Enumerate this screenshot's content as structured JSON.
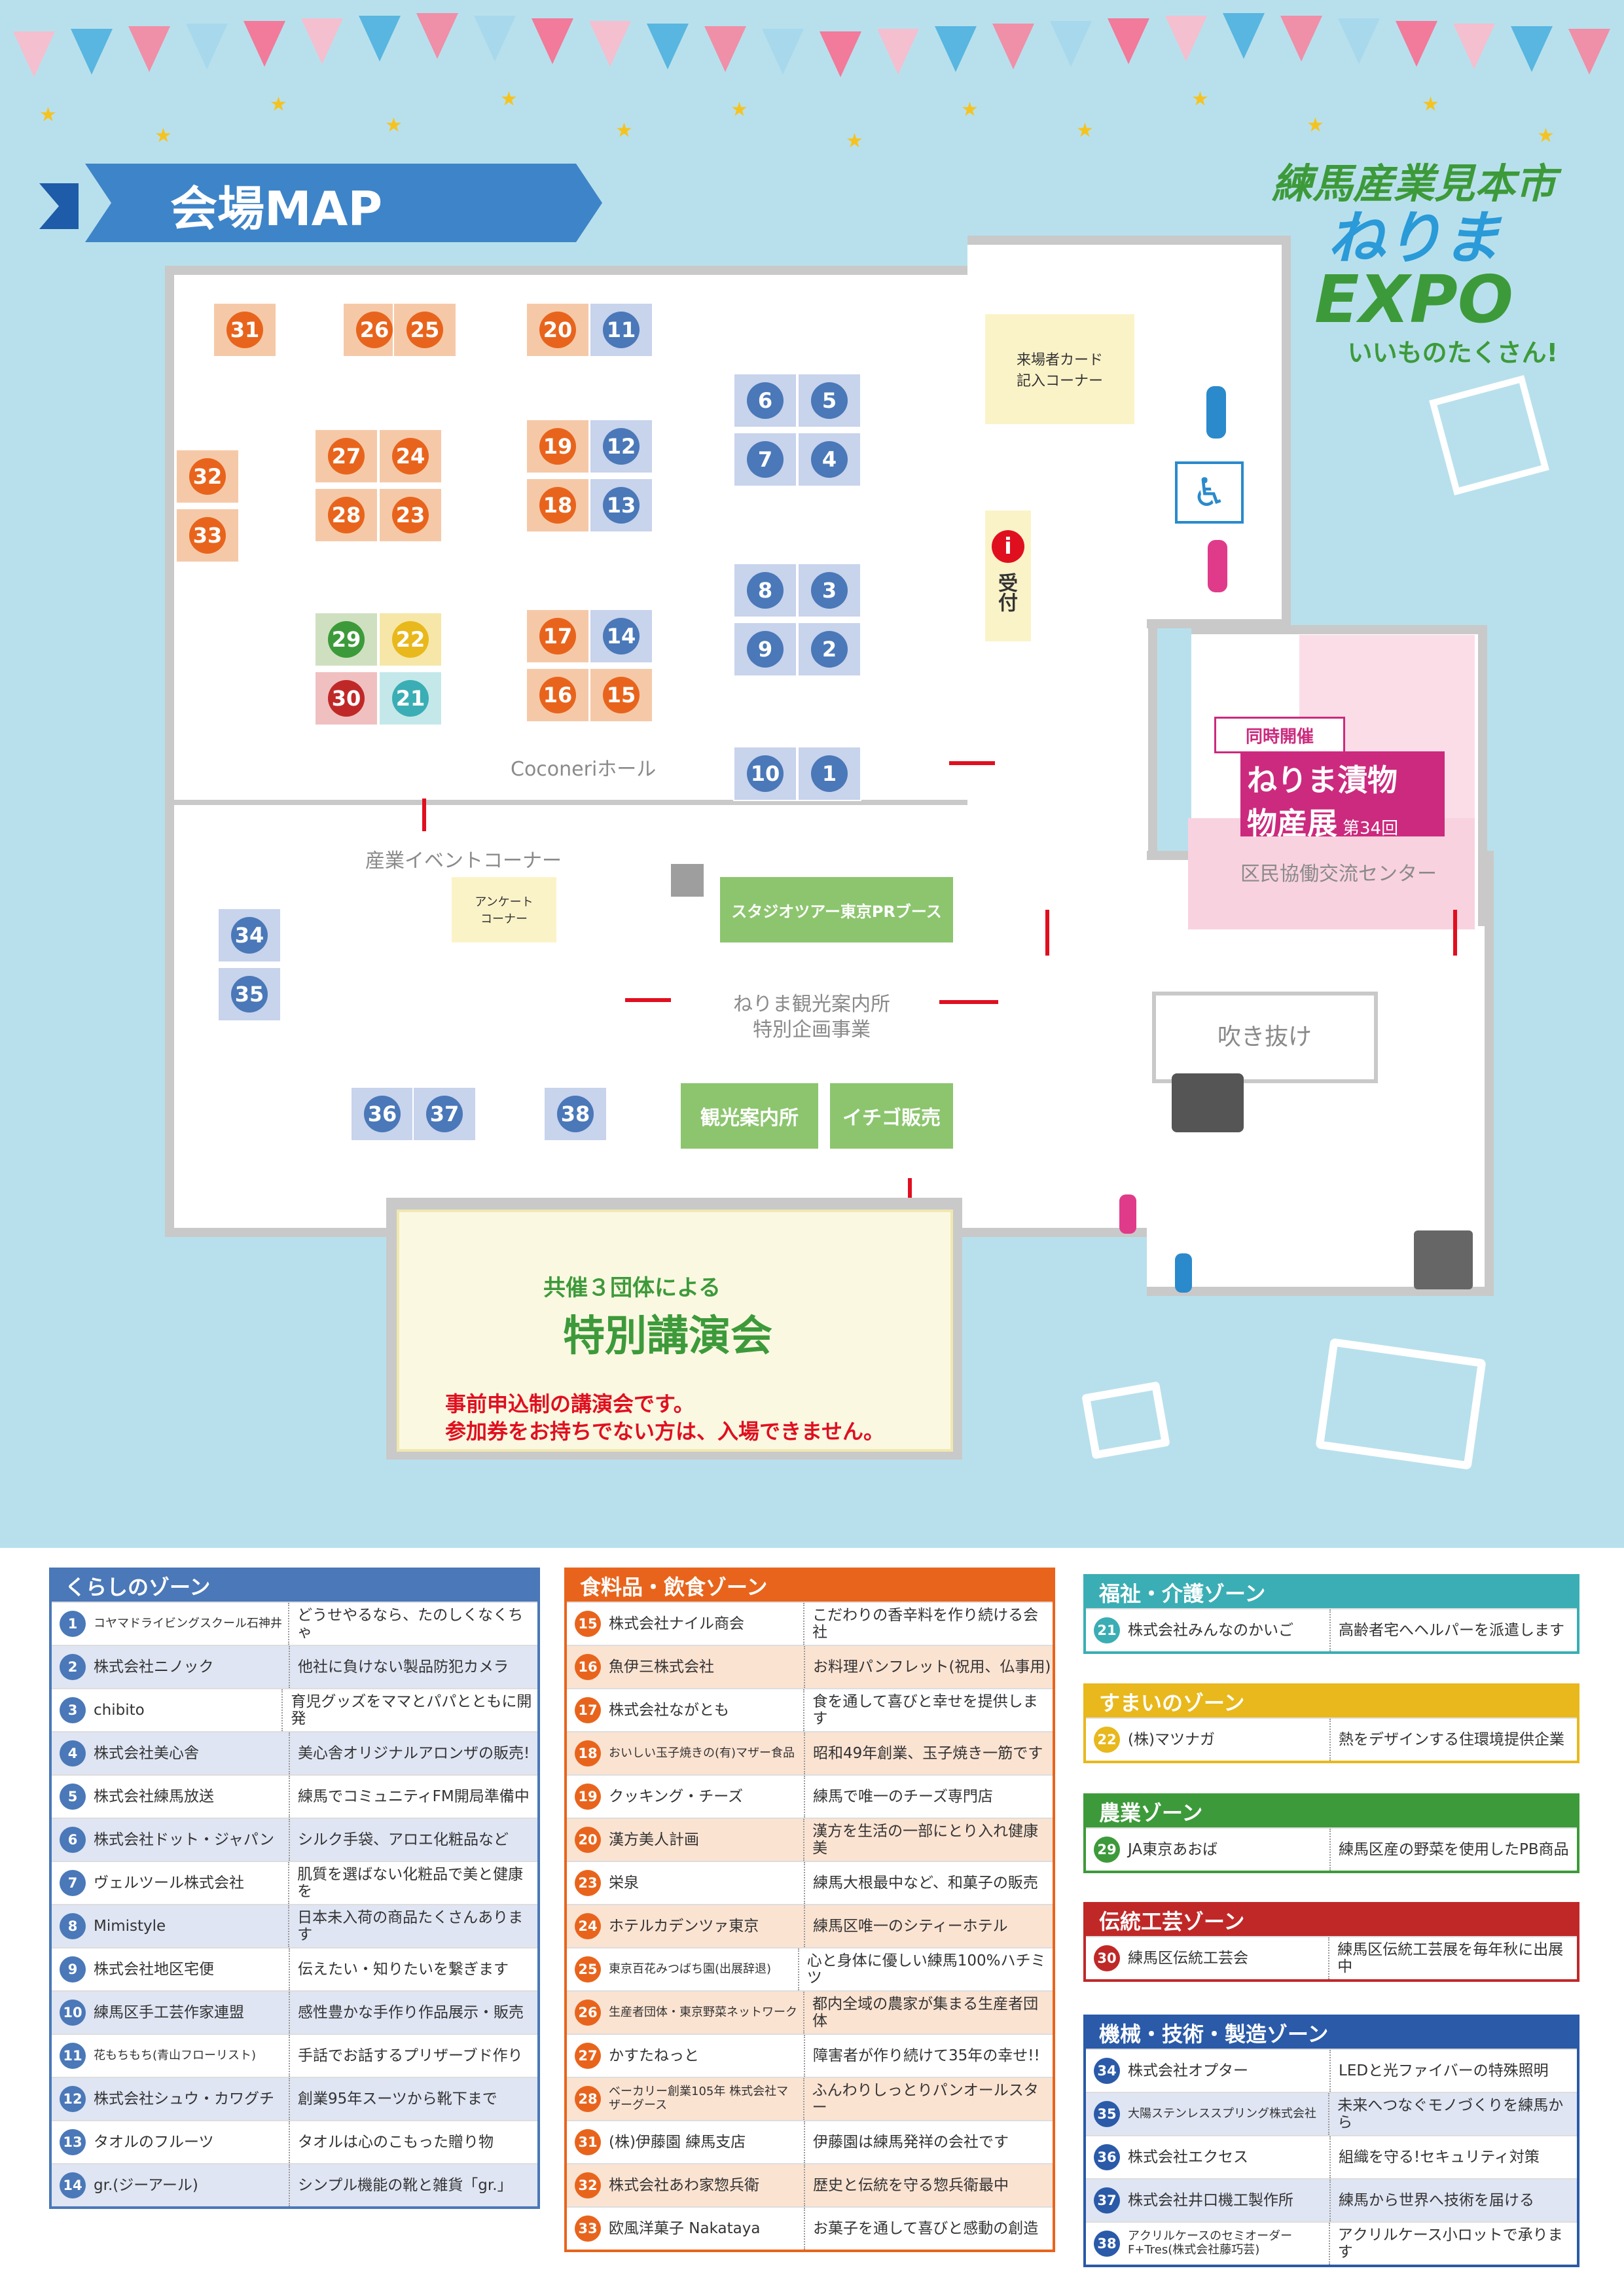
{
  "map": {
    "title": "会場MAP",
    "logo": {
      "line1": "練馬産業見本市",
      "line2a": "ねりま",
      "line2b": "EXPO",
      "line3": "いいものたくさん!"
    },
    "labels": {
      "hall": "Coconeriホール",
      "event_corner": "産業イベントコーナー",
      "survey_corner": "アンケート\nコーナー",
      "card_corner": "来場者カード\n記入コーナー",
      "reception": "受付",
      "tourism_info": "ねりま観光案内所\n特別企画事業",
      "studio_tour": "スタジオツアー東京PRブース",
      "kanko": "観光案内所",
      "ichigo": "イチゴ販売",
      "atrium": "吹き抜け",
      "center": "区民協働交流センター",
      "concurrent": "同時開催",
      "pickles_1": "ねりま漬物",
      "pickles_2": "物産展",
      "pickles_3": "第34回",
      "lecture_1": "共催３団体による",
      "lecture_2": "特別講演会",
      "lecture_3": "事前申込制の講演会です。",
      "lecture_4": "参加券をお持ちでない方は、入場できません。"
    },
    "booths": [
      {
        "n": "31",
        "c": "o"
      },
      {
        "n": "26",
        "c": "o"
      },
      {
        "n": "25",
        "c": "o"
      },
      {
        "n": "20",
        "c": "o"
      },
      {
        "n": "11",
        "c": "b"
      },
      {
        "n": "6",
        "c": "b"
      },
      {
        "n": "5",
        "c": "b"
      },
      {
        "n": "7",
        "c": "b"
      },
      {
        "n": "4",
        "c": "b"
      },
      {
        "n": "32",
        "c": "o"
      },
      {
        "n": "33",
        "c": "o"
      },
      {
        "n": "27",
        "c": "o"
      },
      {
        "n": "24",
        "c": "o"
      },
      {
        "n": "28",
        "c": "o"
      },
      {
        "n": "23",
        "c": "o"
      },
      {
        "n": "19",
        "c": "o"
      },
      {
        "n": "12",
        "c": "b"
      },
      {
        "n": "18",
        "c": "o"
      },
      {
        "n": "13",
        "c": "b"
      },
      {
        "n": "8",
        "c": "b"
      },
      {
        "n": "3",
        "c": "b"
      },
      {
        "n": "9",
        "c": "b"
      },
      {
        "n": "2",
        "c": "b"
      },
      {
        "n": "29",
        "c": "g"
      },
      {
        "n": "22",
        "c": "y"
      },
      {
        "n": "30",
        "c": "r"
      },
      {
        "n": "21",
        "c": "t"
      },
      {
        "n": "17",
        "c": "o"
      },
      {
        "n": "14",
        "c": "b"
      },
      {
        "n": "16",
        "c": "o"
      },
      {
        "n": "15",
        "c": "o"
      },
      {
        "n": "10",
        "c": "b"
      },
      {
        "n": "1",
        "c": "b"
      },
      {
        "n": "34",
        "c": "b"
      },
      {
        "n": "35",
        "c": "b"
      },
      {
        "n": "36",
        "c": "b"
      },
      {
        "n": "37",
        "c": "b"
      },
      {
        "n": "38",
        "c": "b"
      }
    ]
  },
  "zones": {
    "kurashi": {
      "title": "くらしのゾーン",
      "color": "#4a78b8",
      "rows": [
        {
          "n": "1",
          "name": "コヤマドライビングスクール石神井",
          "desc": "どうせやるなら、たのしくなくちゃ"
        },
        {
          "n": "2",
          "name": "株式会社ニノック",
          "desc": "他社に負けない製品防犯カメラ"
        },
        {
          "n": "3",
          "name": "chibito",
          "desc": "育児グッズをママとパパとともに開発"
        },
        {
          "n": "4",
          "name": "株式会社美心舎",
          "desc": "美心舎オリジナルアロンザの販売!"
        },
        {
          "n": "5",
          "name": "株式会社練馬放送",
          "desc": "練馬でコミュニティFM開局準備中"
        },
        {
          "n": "6",
          "name": "株式会社ドット・ジャパン",
          "desc": "シルク手袋、アロエ化粧品など"
        },
        {
          "n": "7",
          "name": "ヴェルツール株式会社",
          "desc": "肌質を選ばない化粧品で美と健康を"
        },
        {
          "n": "8",
          "name": "Mimistyle",
          "desc": "日本未入荷の商品たくさんあります"
        },
        {
          "n": "9",
          "name": "株式会社地区宅便",
          "desc": "伝えたい・知りたいを繋ぎます"
        },
        {
          "n": "10",
          "name": "練馬区手工芸作家連盟",
          "desc": "感性豊かな手作り作品展示・販売"
        },
        {
          "n": "11",
          "name": "花もちもち(青山フローリスト)",
          "desc": "手話でお話するプリザーブド作り"
        },
        {
          "n": "12",
          "name": "株式会社シュウ・カワグチ",
          "desc": "創業95年スーツから靴下まで"
        },
        {
          "n": "13",
          "name": "タオルのフルーツ",
          "desc": "タオルは心のこもった贈り物"
        },
        {
          "n": "14",
          "name": "gr.(ジーアール)",
          "desc": "シンプル機能の靴と雑貨「gr.」"
        }
      ]
    },
    "food": {
      "title": "食料品・飲食ゾーン",
      "color": "#e8641c",
      "rows": [
        {
          "n": "15",
          "name": "株式会社ナイル商会",
          "desc": "こだわりの香辛料を作り続ける会社"
        },
        {
          "n": "16",
          "name": "魚伊三株式会社",
          "desc": "お料理パンフレット(祝用、仏事用)"
        },
        {
          "n": "17",
          "name": "株式会社ながとも",
          "desc": "食を通して喜びと幸せを提供します"
        },
        {
          "n": "18",
          "name": "おいしい玉子焼きの(有)マザー食品",
          "desc": "昭和49年創業、玉子焼き一筋です"
        },
        {
          "n": "19",
          "name": "クッキング・チーズ",
          "desc": "練馬で唯一のチーズ専門店"
        },
        {
          "n": "20",
          "name": "漢方美人計画",
          "desc": "漢方を生活の一部にとり入れ健康美"
        },
        {
          "n": "23",
          "name": "栄泉",
          "desc": "練馬大根最中など、和菓子の販売"
        },
        {
          "n": "24",
          "name": "ホテルカデンツァ東京",
          "desc": "練馬区唯一のシティーホテル"
        },
        {
          "n": "25",
          "name": "東京百花みつばち園(出展辞退)",
          "desc": "心と身体に優しい練馬100%ハチミツ"
        },
        {
          "n": "26",
          "name": "生産者団体・東京野菜ネットワーク",
          "desc": "都内全域の農家が集まる生産者団体"
        },
        {
          "n": "27",
          "name": "かすたねっと",
          "desc": "障害者が作り続けて35年の幸せ!!"
        },
        {
          "n": "28",
          "name": "ベーカリー創業105年 株式会社マザーグース",
          "desc": "ふんわりしっとりパンオールスター"
        },
        {
          "n": "31",
          "name": "(株)伊藤園 練馬支店",
          "desc": "伊藤園は練馬発祥の会社です"
        },
        {
          "n": "32",
          "name": "株式会社あわ家惣兵衛",
          "desc": "歴史と伝統を守る惣兵衛最中"
        },
        {
          "n": "33",
          "name": "欧風洋菓子 Nakataya",
          "desc": "お菓子を通して喜びと感動の創造"
        }
      ]
    },
    "fukushi": {
      "title": "福祉・介護ゾーン",
      "color": "#3aaeb4",
      "rows": [
        {
          "n": "21",
          "name": "株式会社みんなのかいご",
          "desc": "高齢者宅へヘルパーを派遣します"
        }
      ]
    },
    "sumai": {
      "title": "すまいのゾーン",
      "color": "#e8b81c",
      "rows": [
        {
          "n": "22",
          "name": "(株)マツナガ",
          "desc": "熱をデザインする住環境提供企業"
        }
      ]
    },
    "nogyo": {
      "title": "農業ゾーン",
      "color": "#3d9a3a",
      "rows": [
        {
          "n": "29",
          "name": "JA東京あおば",
          "desc": "練馬区産の野菜を使用したPB商品"
        }
      ]
    },
    "dento": {
      "title": "伝統工芸ゾーン",
      "color": "#c02828",
      "rows": [
        {
          "n": "30",
          "name": "練馬区伝統工芸会",
          "desc": "練馬区伝統工芸展を毎年秋に出展中"
        }
      ]
    },
    "kikai": {
      "title": "機械・技術・製造ゾーン",
      "color": "#2a5aa8",
      "rows": [
        {
          "n": "34",
          "name": "株式会社オプター",
          "desc": "LEDと光ファイバーの特殊照明"
        },
        {
          "n": "35",
          "name": "大陽ステンレススプリング株式会社",
          "desc": "未来へつなぐモノづくりを練馬から"
        },
        {
          "n": "36",
          "name": "株式会社エクセス",
          "desc": "組織を守る!セキュリティ対策"
        },
        {
          "n": "37",
          "name": "株式会社井口機工製作所",
          "desc": "練馬から世界へ技術を届ける"
        },
        {
          "n": "38",
          "name": "アクリルケースのセミオーダーF+Tres(株式会社藤巧芸)",
          "desc": "アクリルケース小ロットで承ります"
        }
      ]
    }
  }
}
